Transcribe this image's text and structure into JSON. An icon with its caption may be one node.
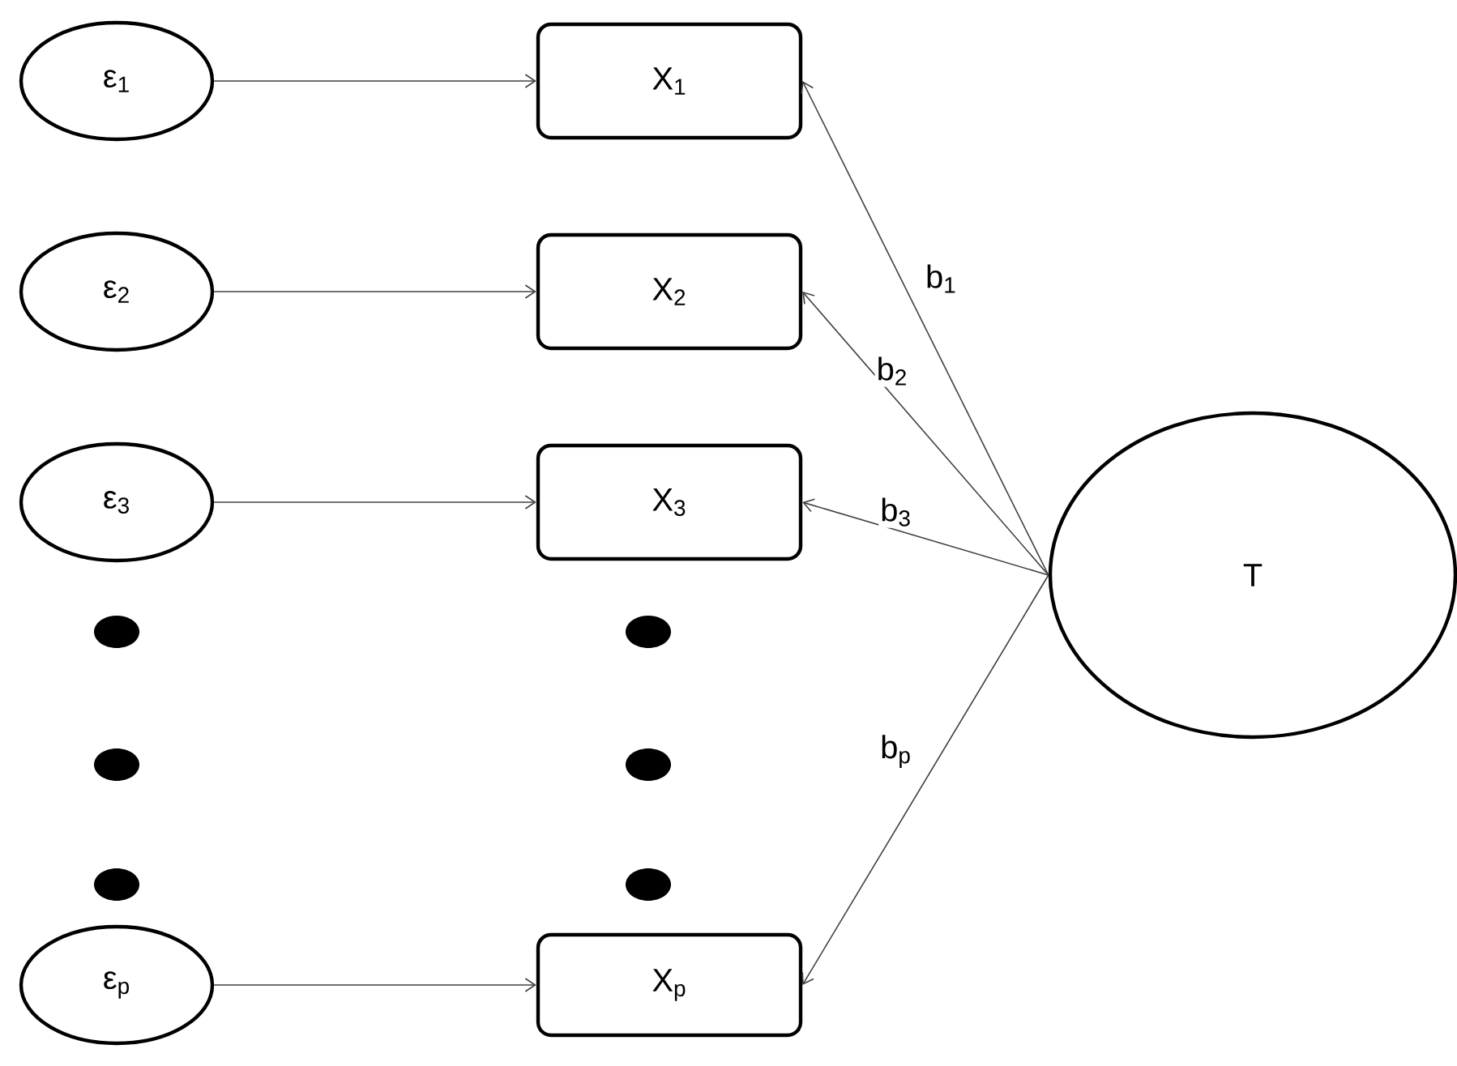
{
  "diagram": {
    "nodes": [
      {
        "text": [
          "ε$_{1}$"
        ]
      },
      {
        "text": [
          "X$_{1}$"
        ]
      },
      {
        "text": [
          "ε$_{2}$"
        ]
      },
      {
        "text": [
          "X$_{2}$"
        ]
      },
      {
        "text": [
          "ε$_{3}$"
        ]
      },
      {
        "text": [
          "X$_{3}$"
        ]
      },
      {
        "text": [
          "T"
        ]
      },
      {
        "text": [
          "ε$_{p}$"
        ]
      },
      {
        "text": [
          "X$_{p}$"
        ]
      }
    ],
    "edges": [
      {
        "from": 0,
        "to": 1,
        "arrow": "to"
      },
      {
        "from": 2,
        "to": 3,
        "arrow": "to"
      },
      {
        "from": 4,
        "to": 5,
        "arrow": "to"
      },
      {
        "from": 7,
        "to": 8,
        "arrow": "to"
      },
      {
        "from": 6,
        "to": 1,
        "arrow": "to",
        "label": "b$_{1}$"
      },
      {
        "from": 6,
        "to": 3,
        "arrow": "to",
        "label": "b$_{2}$"
      },
      {
        "from": 6,
        "to": 5,
        "arrow": "to",
        "label": "b$_{3}$"
      },
      {
        "from": 6,
        "to": 8,
        "arrow": "to",
        "label": "b$_{p}$"
      }
    ]
  }
}
